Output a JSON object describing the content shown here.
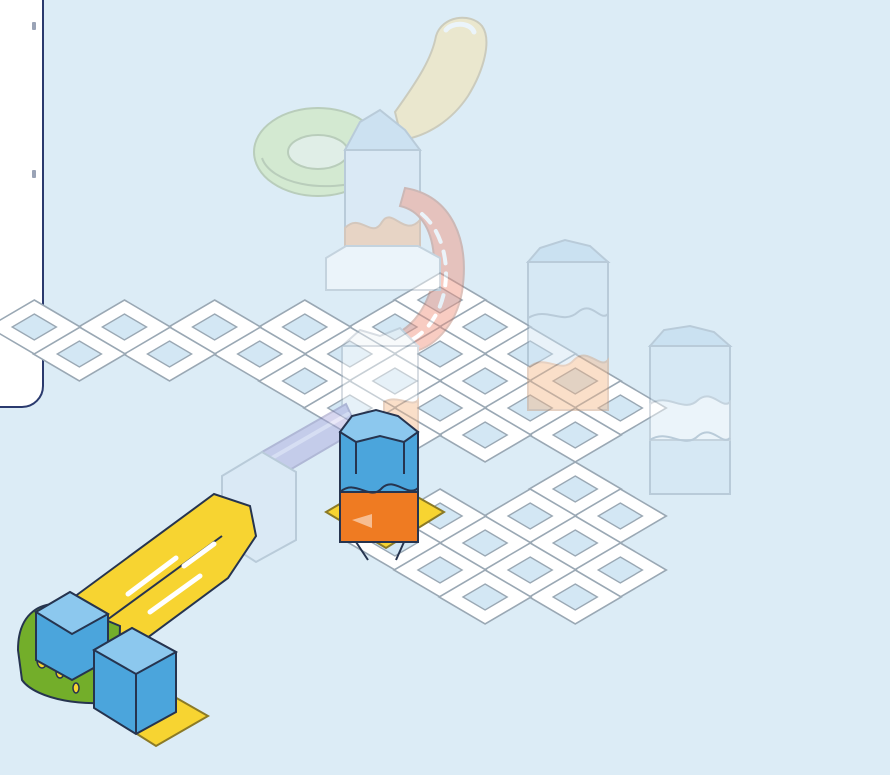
{
  "scene": {
    "background": "#dcecf6",
    "faded_opacity": 0.45,
    "colors": {
      "tile": "#ffffff",
      "tile_edge": "#9aa8b4",
      "hole": "#d3e7f4",
      "blue": "#4ba5dc",
      "blue_light": "#8cc8ee",
      "orange": "#ef7b22",
      "peach": "#f6b98a",
      "yellow": "#f7d431",
      "green": "#73ae2a",
      "lavender": "#a8a6dc",
      "salmon": "#f1907a",
      "lime": "#c9e6a5",
      "cream": "#fbe19f",
      "outline": "#26344f"
    },
    "parts": [
      "base-tile",
      "tower-piece",
      "connector-piece",
      "curved-ramp",
      "funnel",
      "tube",
      "straight-ramp",
      "catcher"
    ]
  },
  "sidebar": {
    "border_color": "#2a3a6e"
  }
}
